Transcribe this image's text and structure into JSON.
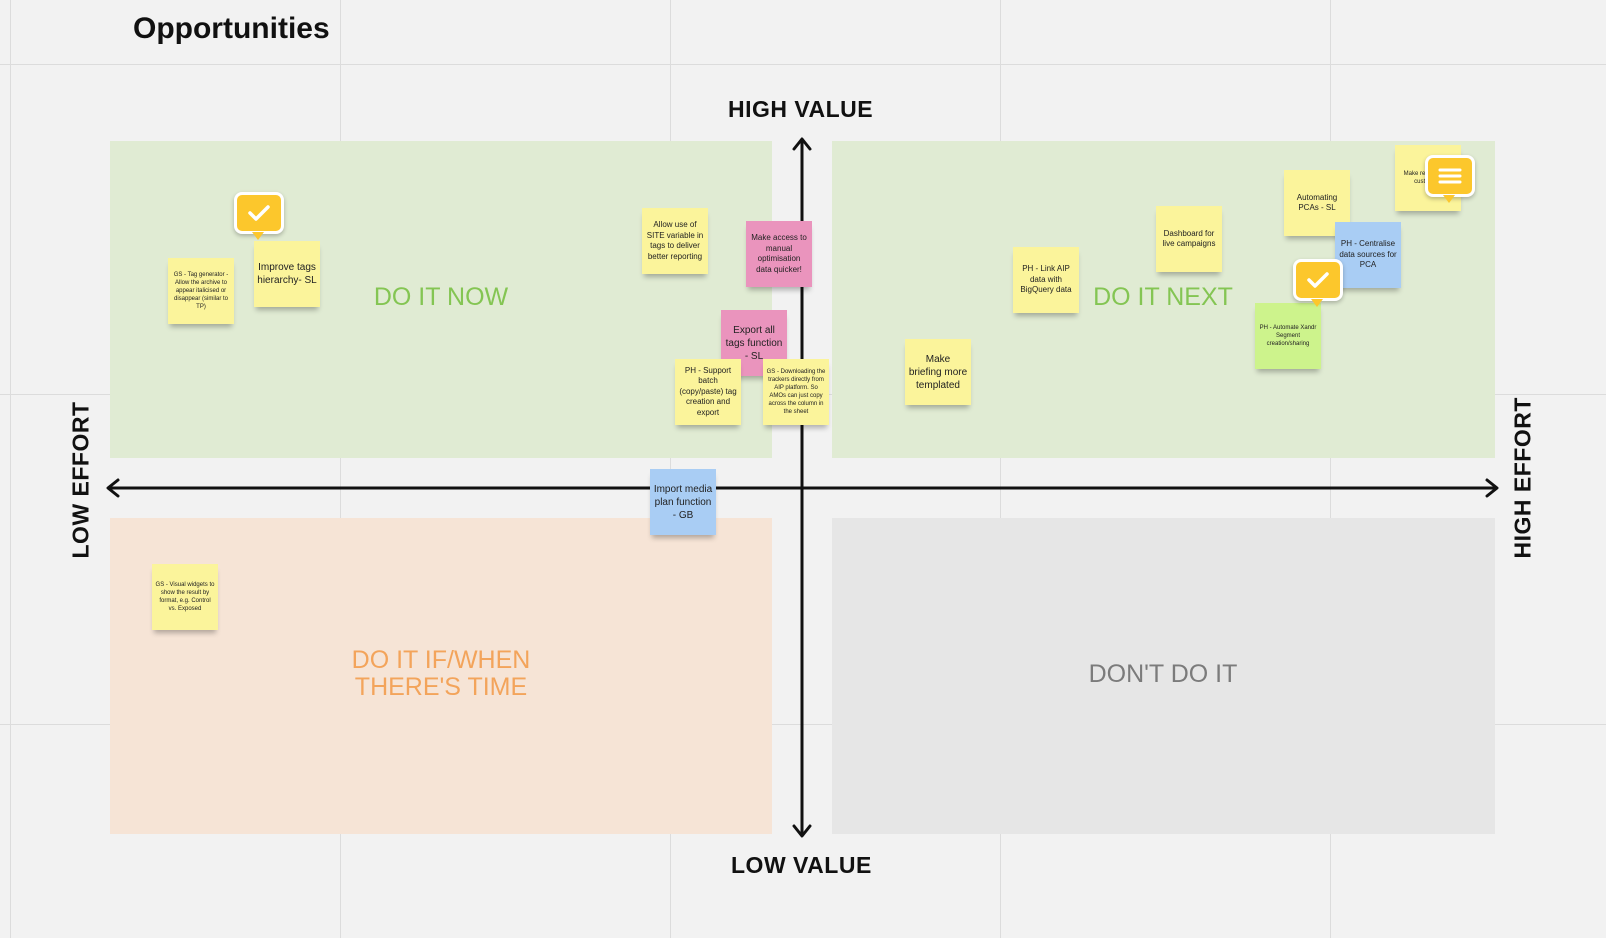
{
  "board": {
    "title": "Opportunities",
    "axes": {
      "top": "HIGH VALUE",
      "bottom": "LOW VALUE",
      "left": "LOW EFFORT",
      "right": "HIGH EFFORT"
    },
    "quadrants": {
      "do_it_now": "DO IT NOW",
      "do_it_next": "DO IT NEXT",
      "do_it_if_time_line1": "DO IT IF/WHEN",
      "do_it_if_time_line2": "THERE'S TIME",
      "dont_do_it": "DON'T DO IT"
    },
    "stickies": {
      "gs_tag_generator": "GS - Tag generator - Allow the archive to appear italicised or disappear (similar to TP)",
      "improve_tags": "Improve tags hierarchy- SL",
      "allow_site_variable": "Allow use of SITE variable in tags to deliver better reporting",
      "make_access_manual": "Make access to manual optimisation data quicker!",
      "export_all_tags": "Export all tags function - SL",
      "ph_support_batch": "PH - Support batch (copy/paste) tag creation and export",
      "gs_downloading": "GS - Downloading the trackers directly from AIP platform. So AMOs can just copy across the column in the sheet",
      "import_media_plan": "Import media plan function - GB",
      "make_briefing": "Make briefing more templated",
      "ph_link_aip": "PH - Link AIP data with BigQuery data",
      "dashboard_live": "Dashboard for live campaigns",
      "automating_pcas": "Automating PCAs - SL",
      "make_reports": "Make rep avail ext customers",
      "ph_centralise": "PH - Centralise data sources for PCA",
      "ph_automate_xandr": "PH - Automate Xandr Segment creation/sharing",
      "gs_visual_widgets": "GS - Visual widgets to show the result by format, e.g. Control vs. Exposed"
    },
    "badges": [
      "check-icon",
      "check-icon",
      "comment-icon"
    ],
    "colors": {
      "quadrant_green": "#e0ebd3",
      "quadrant_orange": "#f6e4d6",
      "quadrant_gray": "#e6e6e6",
      "sticky_yellow": "#fbf49b",
      "sticky_pink": "#ea94bd",
      "sticky_blue": "#a9cdf4",
      "sticky_lime": "#cdf38c",
      "badge_yellow": "#fcc72c"
    }
  }
}
